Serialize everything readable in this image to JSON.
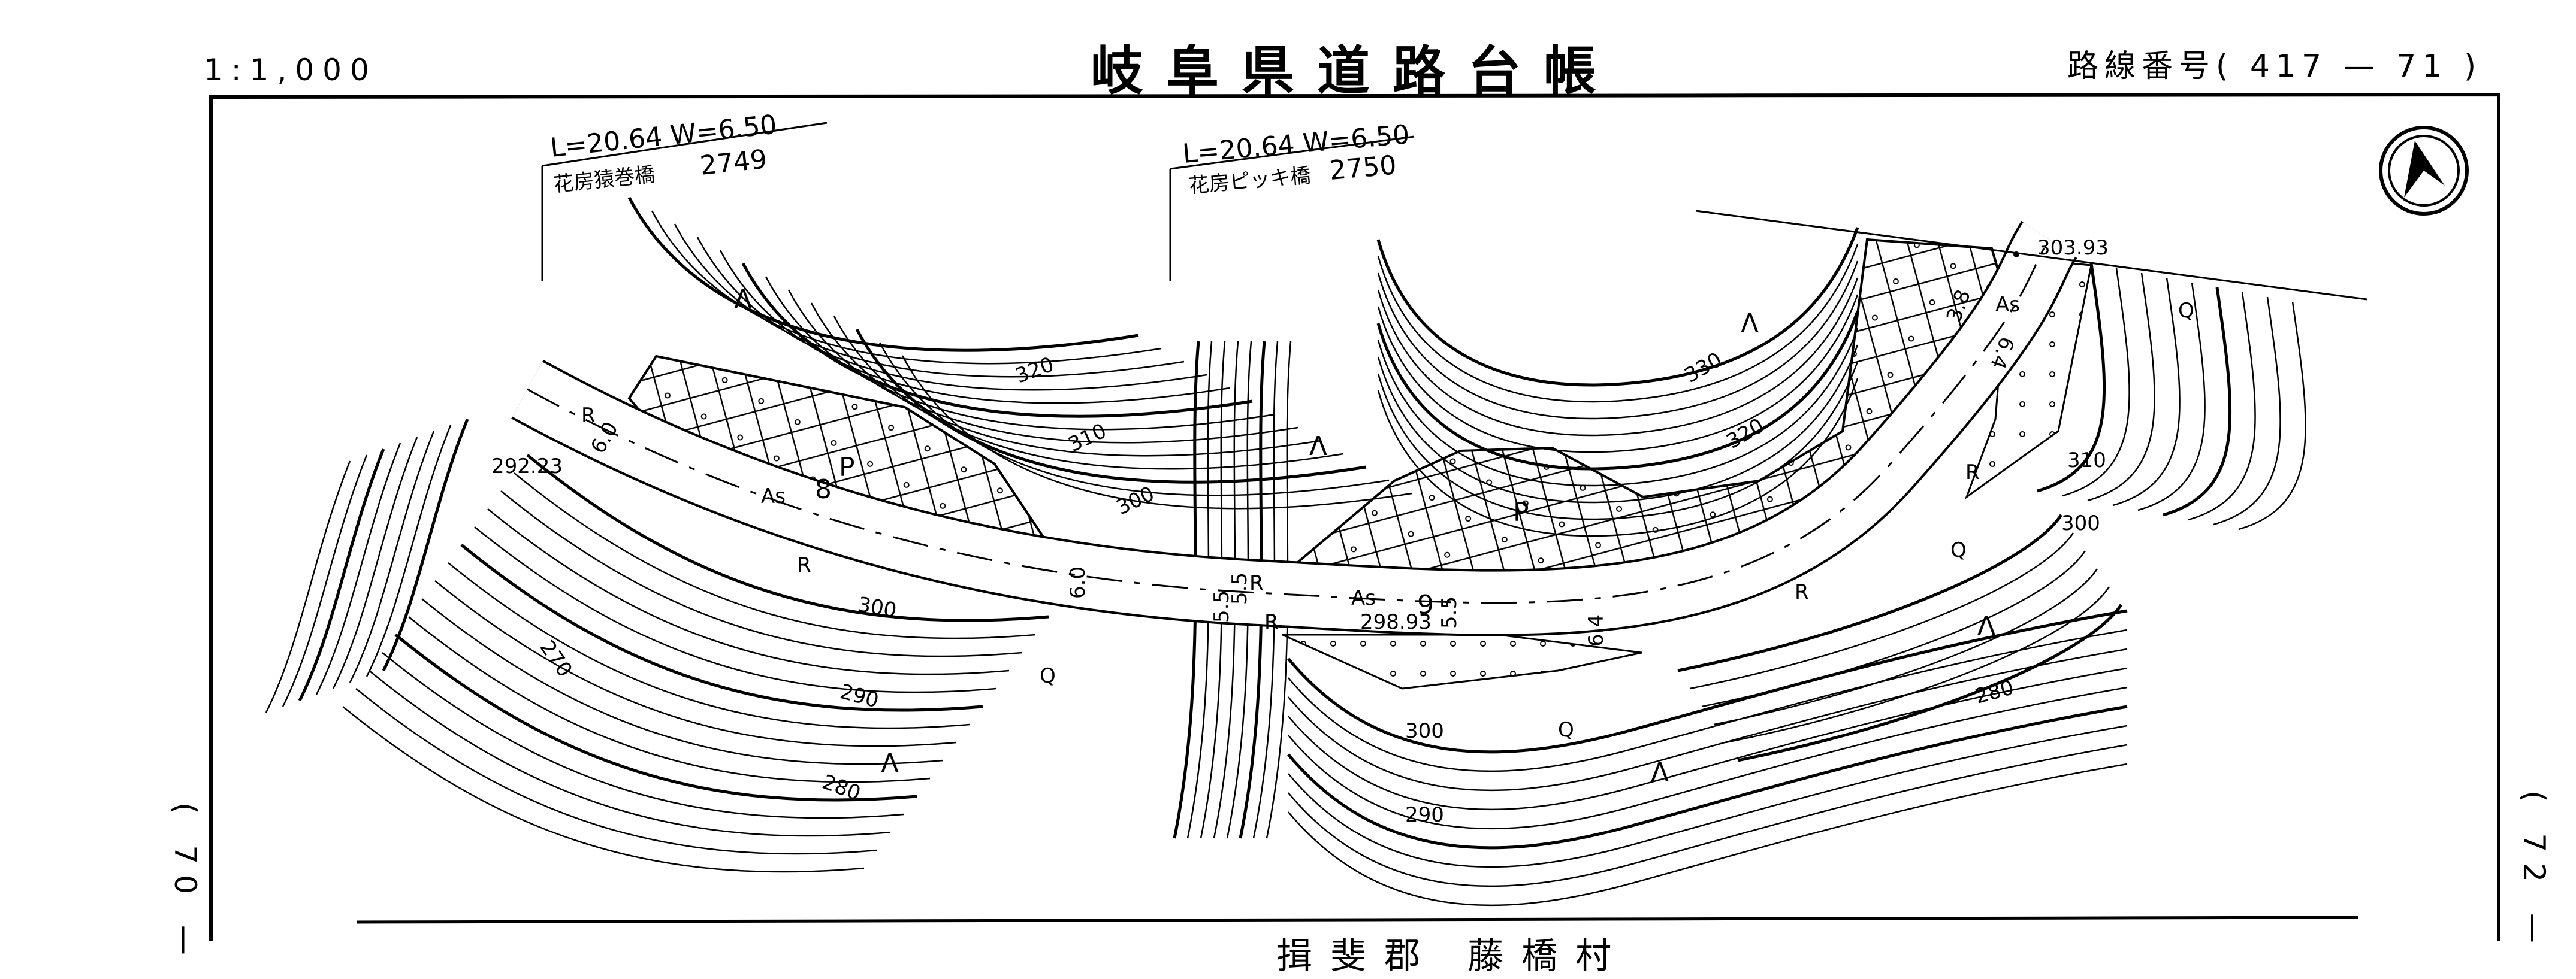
{
  "header": {
    "scale": "1:1,000",
    "title": "岐阜県道路台帳",
    "route_number": "路線番号( 417 — 71 )"
  },
  "sheet_links": {
    "previous": "( 70 —",
    "next": "( 72 —"
  },
  "footer": {
    "location": "揖斐郡 藤橋村"
  },
  "bridges": [
    {
      "dimensions": "L=20.64  W=6.50",
      "name": "花房猿巻橋",
      "number": "2749"
    },
    {
      "dimensions": "L=20.64  W=6.50",
      "name": "花房ピッキ橋",
      "number": "2750"
    }
  ],
  "map": {
    "north_arrow": "north-arrow",
    "elevations": [
      "292.23",
      "298.93",
      "303.93"
    ],
    "stations": [
      "8",
      "9"
    ],
    "road_widths": [
      "6.0",
      "6.0",
      "5.5",
      "5.5",
      "5.5",
      "6.4",
      "3.8",
      "6.4"
    ],
    "contours": [
      "320",
      "310",
      "300",
      "300",
      "290",
      "280",
      "270",
      "330",
      "320",
      "310",
      "300",
      "300",
      "290",
      "280"
    ],
    "surface_codes": {
      "asphalt": "As",
      "pavement_slope": "P",
      "retaining": "R",
      "forest": "Λ",
      "broadleaf": "Q"
    }
  }
}
